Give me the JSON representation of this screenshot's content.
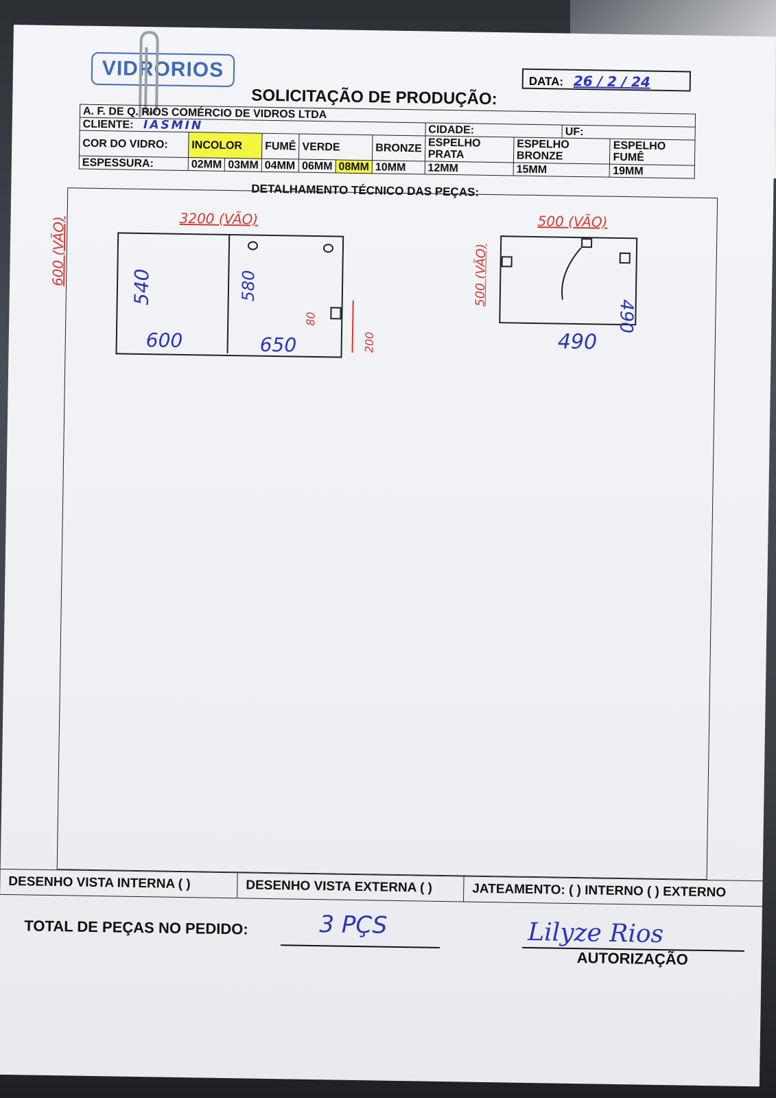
{
  "logo": "VIDRORIOS",
  "date": {
    "label": "DATA:",
    "value": "26 / 2 / 24"
  },
  "title": "SOLICITAÇÃO DE PRODUÇÃO:",
  "company": "A. F. DE Q. RIOS COMÉRCIO DE VIDROS LTDA",
  "client": {
    "label": "CLIENTE:",
    "value": "IASMIN",
    "city_label": "CIDADE:",
    "uf_label": "UF:"
  },
  "glass_color": {
    "label": "COR DO VIDRO:",
    "options": [
      "INCOLOR",
      "FUMÊ",
      "VERDE",
      "BRONZE",
      "ESPELHO PRATA",
      "ESPELHO BRONZE",
      "ESPELHO FUMÊ"
    ],
    "selected": "INCOLOR",
    "highlight": "#f2f542"
  },
  "thickness": {
    "label": "ESPESSURA:",
    "options": [
      "02MM",
      "03MM",
      "04MM",
      "06MM",
      "08MM",
      "10MM",
      "12MM",
      "15MM",
      "19MM"
    ],
    "selected": "08MM"
  },
  "section_title": "DETALHAMENTO TÉCNICO DAS PEÇAS:",
  "sketch1": {
    "top": "3200 (VÃO)",
    "left": "600 (VÃO)",
    "h1": "540",
    "h2": "580",
    "w1": "600",
    "w2": "650",
    "small": "80",
    "side": "200"
  },
  "sketch2": {
    "top": "500 (VÃO)",
    "left": "500 (VÃO)",
    "right": "490",
    "bottom": "490"
  },
  "bottom_options": {
    "internal": "DESENHO VISTA INTERNA ( )",
    "external": "DESENHO VISTA EXTERNA ( )",
    "sandblast": "JATEAMENTO: ( ) INTERNO ( ) EXTERNO"
  },
  "total": {
    "label": "TOTAL DE PEÇAS NO PEDIDO:",
    "value": "3 PÇS"
  },
  "authorization": {
    "label": "AUTORIZAÇÃO",
    "signature": "Lilyze Rios"
  },
  "colors": {
    "ink_blue": "#2b35b8",
    "ink_red": "#d23a33",
    "logo_blue": "#3f6bb5"
  }
}
